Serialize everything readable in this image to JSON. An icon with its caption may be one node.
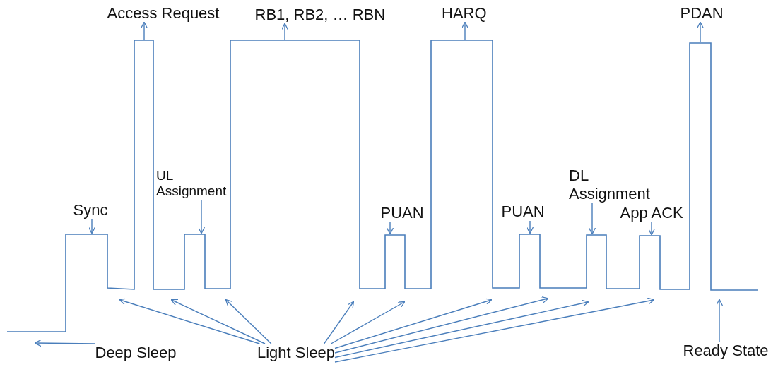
{
  "diagram": {
    "nodes": [
      {
        "text": [
          "Access Request"
        ]
      },
      {
        "text": [
          "RB1, RB2, … RBN"
        ]
      },
      {
        "text": [
          "HARQ"
        ]
      },
      {
        "text": [
          "PDAN"
        ]
      },
      {
        "text": [
          "UL Assignment"
        ]
      },
      {
        "text": [
          "DL Assignment"
        ]
      },
      {
        "text": [
          "Sync"
        ]
      },
      {
        "text": [
          "PUAN"
        ]
      },
      {
        "text": [
          "PUAN"
        ]
      },
      {
        "text": [
          "App ACK"
        ]
      },
      {
        "text": [
          "Deep Sleep"
        ]
      },
      {
        "text": [
          "Light Sleep"
        ]
      },
      {
        "text": [
          "Ready State"
        ]
      }
    ],
    "edges": [
      {
        "from": null,
        "to": 0,
        "arrow": "to"
      },
      {
        "from": null,
        "to": 1,
        "arrow": "to"
      },
      {
        "from": null,
        "to": 2,
        "arrow": "to"
      },
      {
        "from": null,
        "to": 3,
        "arrow": "to"
      },
      {
        "from": 4,
        "to": null,
        "arrow": "to"
      },
      {
        "from": 5,
        "to": null,
        "arrow": "to"
      },
      {
        "from": 6,
        "to": null,
        "arrow": "to"
      },
      {
        "from": 7,
        "to": null,
        "arrow": "to"
      },
      {
        "from": 8,
        "to": null,
        "arrow": "to"
      },
      {
        "from": 9,
        "to": null,
        "arrow": "to"
      },
      {
        "from": 10,
        "to": null,
        "arrow": "to"
      },
      {
        "from": 11,
        "to": null,
        "arrow": "to"
      },
      {
        "from": 11,
        "to": null,
        "arrow": "to"
      },
      {
        "from": 11,
        "to": null,
        "arrow": "to"
      },
      {
        "from": 11,
        "to": null,
        "arrow": "to"
      },
      {
        "from": 11,
        "to": null,
        "arrow": "to"
      },
      {
        "from": 11,
        "to": null,
        "arrow": "to"
      },
      {
        "from": 11,
        "to": null,
        "arrow": "to"
      },
      {
        "from": 11,
        "to": null,
        "arrow": "to"
      },
      {
        "from": 11,
        "to": null,
        "arrow": "to"
      },
      {
        "from": 12,
        "to": null,
        "arrow": "to"
      }
    ]
  }
}
